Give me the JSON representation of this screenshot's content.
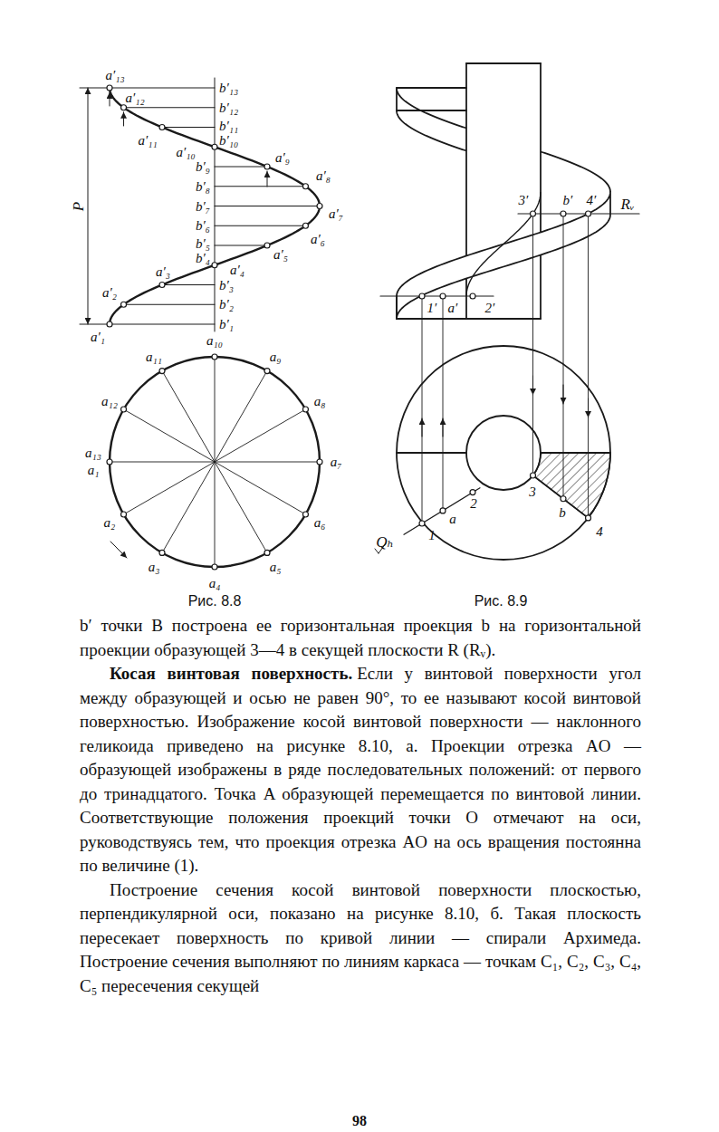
{
  "diagram": {
    "labels": [
      "P",
      "a′₁",
      "a′₂",
      "a′₃",
      "a′₄",
      "a′₅",
      "a′₆",
      "a′₇",
      "a′₈",
      "a′₉",
      "a′₁₀",
      "a′₁₁",
      "a′₁₂",
      "a′₁₃",
      "b′₁",
      "b′₂",
      "b′₃",
      "b′₄",
      "b′₅",
      "b′₆",
      "b′₇",
      "b′₈",
      "b′₉",
      "b′₁₀",
      "b′₁₁",
      "b′₁₂",
      "b′₁₃",
      "a₁",
      "a₂",
      "a₃",
      "a₄",
      "a₅",
      "a₆",
      "a₇",
      "a₈",
      "a₉",
      "a₁₀",
      "a₁₁",
      "a₁₂",
      "a₁₃",
      "Рис. 8.8",
      "3′",
      "b′",
      "4′",
      "Rᵥ",
      "1′",
      "a′",
      "2′",
      "1",
      "a",
      "2",
      "3",
      "b",
      "4",
      "Qₕ",
      "Рис. 8.9",
      "b′ точки B построена ее горизонтальная проекция b на горизонтальной проекции образующей 3—4 в секущей плоскости R (Rᵥ).",
      "Косая винтовая поверхность.",
      "Если у винтовой поверхности угол между образующей и осью не равен 90°, то ее называют косой винтовой поверхностью. Изображение косой винтовой поверхности — наклонного геликоида приведено на рисунке 8.10, а. Проекции отрезка AO — образующей изображены в ряде последовательных положений: от первого до тринадцатого. Точка A образующей перемещается по винтовой линии. Соответствующие положения проекций точки O отмечают на оси, руководствуясь тем, что проекция отрезка AO на ось вращения постоянна по величине (1).",
      "Построение сечения косой винтовой поверхности плоскостью, перпендикулярной оси, показано на рисунке 8.10, б. Такая плоскость пересекает поверхность по кривой линии — спирали Архимеда. Построение сечения выполняют по линиям каркаса — точкам C₁, C₂, C₃, C₄, C₅ пересечения секущей",
      "98"
    ]
  }
}
